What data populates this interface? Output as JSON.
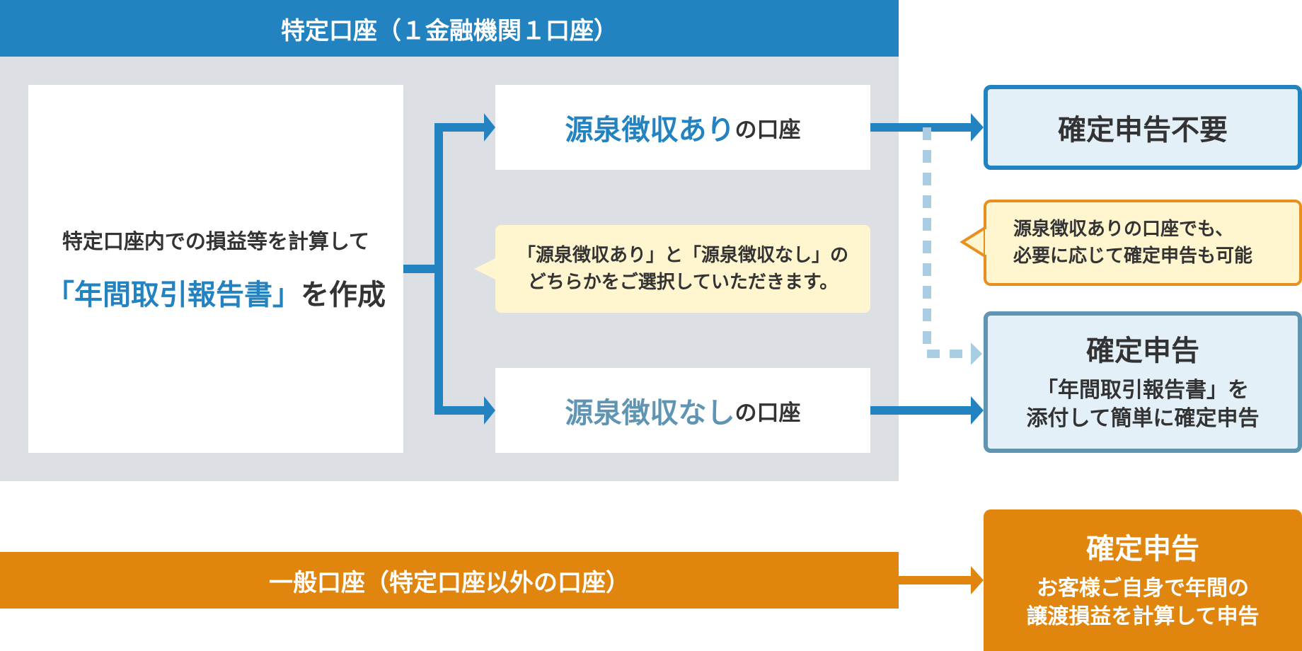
{
  "header": {
    "title": "特定口座（１金融機関１口座）"
  },
  "calc_box": {
    "line1": "特定口座内での損益等を計算して",
    "line2_highlight": "「年間取引報告書」",
    "line2_suffix": "を作成"
  },
  "account_with": {
    "main": "源泉徴収あり",
    "suffix": "の口座"
  },
  "account_without": {
    "main": "源泉徴収なし",
    "suffix": "の口座"
  },
  "choice_note": {
    "line1": "「源泉徴収あり」と「源泉徴収なし」の",
    "line2": "どちらかをご選択していただきます。"
  },
  "result_no_filing": {
    "title": "確定申告不要"
  },
  "optional_note": {
    "line1": "源泉徴収ありの口座でも、",
    "line2": "必要に応じて確定申告も可能"
  },
  "result_filing": {
    "title": "確定申告",
    "line1": "「年間取引報告書」を",
    "line2": "添付して簡単に確定申告"
  },
  "general_account": {
    "title": "一般口座（特定口座以外の口座）"
  },
  "result_general": {
    "title": "確定申告",
    "line1": "お客様ご自身で年間の",
    "line2": "譲渡損益を計算して申告"
  },
  "colors": {
    "blue": "#2383c1",
    "steel_blue": "#5f95b3",
    "light_blue_dashed": "#a9cde3",
    "orange": "#e0860f",
    "panel_gray": "#dcdfe3",
    "note_yellow": "#fff6cf"
  }
}
